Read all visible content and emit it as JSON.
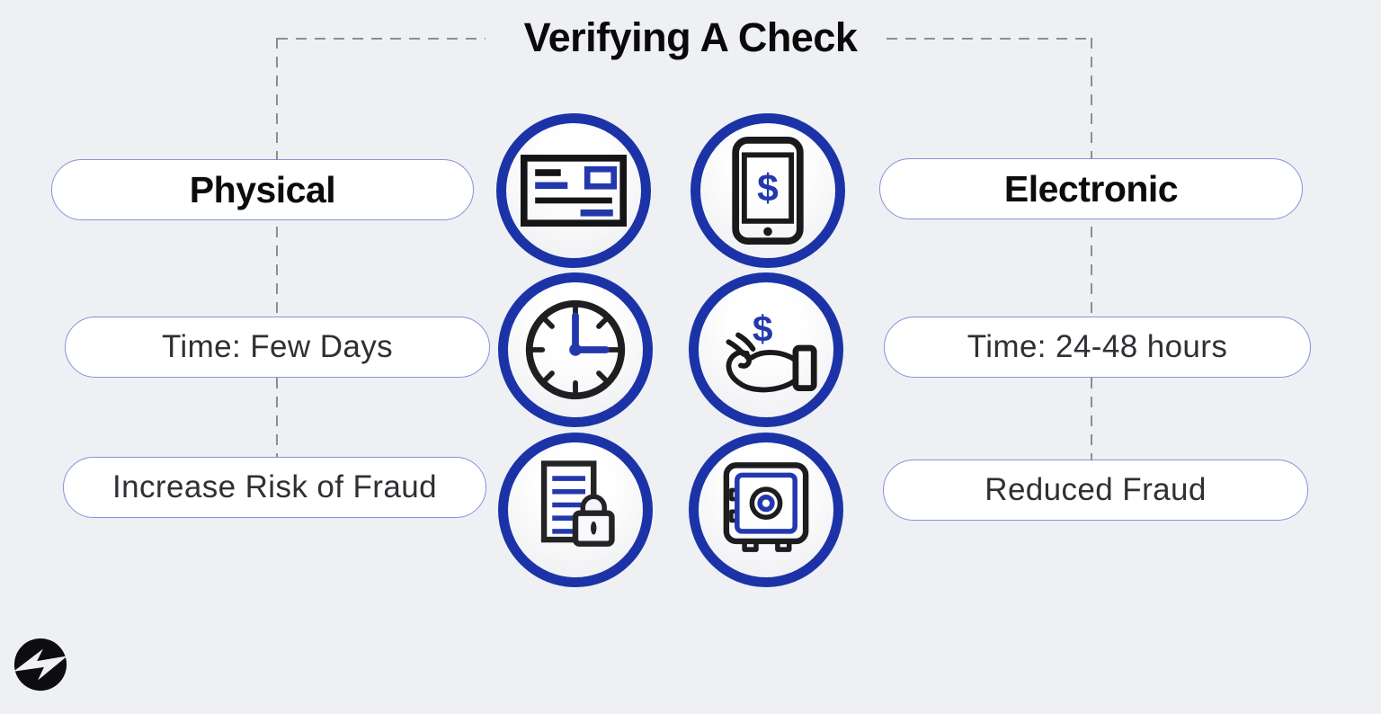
{
  "title": "Verifying A Check",
  "dollar": "$",
  "columns": {
    "left": {
      "header": "Physical",
      "time": "Time: Few Days",
      "fraud": "Increase Risk of Fraud"
    },
    "right": {
      "header": "Electronic",
      "time": "Time: 24-48 hours",
      "fraud": "Reduced Fraud"
    }
  },
  "icons": {
    "row1": [
      "paper-check-icon",
      "mobile-payment-icon"
    ],
    "row2": [
      "clock-icon",
      "hand-receiving-money-icon"
    ],
    "row3": [
      "secure-document-lock-icon",
      "safe-vault-icon"
    ]
  },
  "logo": "lightning-bolt-logo",
  "colors": {
    "background": "#eef0f4",
    "ring_blue": "#1c33a8",
    "accent_blue": "#2438ae",
    "pill_border": "#8791d9",
    "dash_gray": "#8e8e8e",
    "header_text": "#0c0c0d",
    "body_text": "#2f3034"
  }
}
